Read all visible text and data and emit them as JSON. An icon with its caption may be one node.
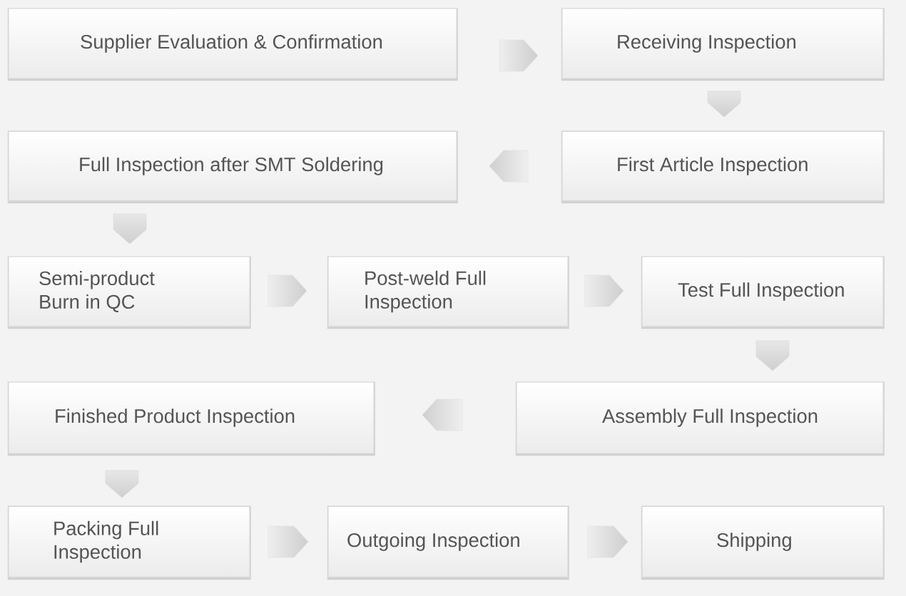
{
  "diagram": {
    "nodes": [
      {
        "text": [
          "Supplier Evaluation & Confirmation"
        ]
      },
      {
        "text": [
          "Receiving Inspection"
        ]
      },
      {
        "text": [
          "Full Inspection after SMT Soldering"
        ]
      },
      {
        "text": [
          "First Article Inspection"
        ]
      },
      {
        "text": [
          "Semi-product Burn in QC"
        ]
      },
      {
        "text": [
          "Post-weld Full Inspection"
        ]
      },
      {
        "text": [
          "Test Full Inspection"
        ]
      },
      {
        "text": [
          "Finished Product Inspection"
        ]
      },
      {
        "text": [
          "Assembly Full Inspection"
        ]
      },
      {
        "text": [
          "Packing Full Inspection"
        ]
      },
      {
        "text": [
          "Outgoing Inspection"
        ]
      },
      {
        "text": [
          "Shipping"
        ]
      }
    ],
    "edges": [
      {
        "from": 0,
        "to": 1,
        "arrow": "to"
      },
      {
        "from": 1,
        "to": 3,
        "arrow": "to"
      },
      {
        "from": 3,
        "to": 2,
        "arrow": "to"
      },
      {
        "from": 2,
        "to": 4,
        "arrow": "to"
      },
      {
        "from": 4,
        "to": 5,
        "arrow": "to"
      },
      {
        "from": 5,
        "to": 6,
        "arrow": "to"
      },
      {
        "from": 6,
        "to": 8,
        "arrow": "to"
      },
      {
        "from": 8,
        "to": 7,
        "arrow": "to"
      },
      {
        "from": 7,
        "to": 9,
        "arrow": "to"
      },
      {
        "from": 9,
        "to": 10,
        "arrow": "to"
      },
      {
        "from": 10,
        "to": 11,
        "arrow": "to"
      }
    ]
  }
}
